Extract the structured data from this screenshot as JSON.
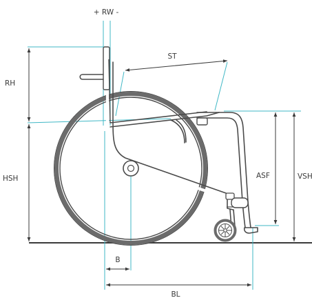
{
  "labels": {
    "rw": "+ RW -",
    "st": "ST",
    "rh": "RH",
    "hsh": "HSH",
    "asf": "ASF",
    "vsh": "VSH",
    "b": "B",
    "bl": "BL"
  },
  "colors": {
    "dimension_line": "#3a3a3a",
    "extension_line": "#3fb7c5",
    "frame": "#4a4a4a",
    "tire": "#6b6b6b",
    "ground": "#3a3a3a"
  }
}
